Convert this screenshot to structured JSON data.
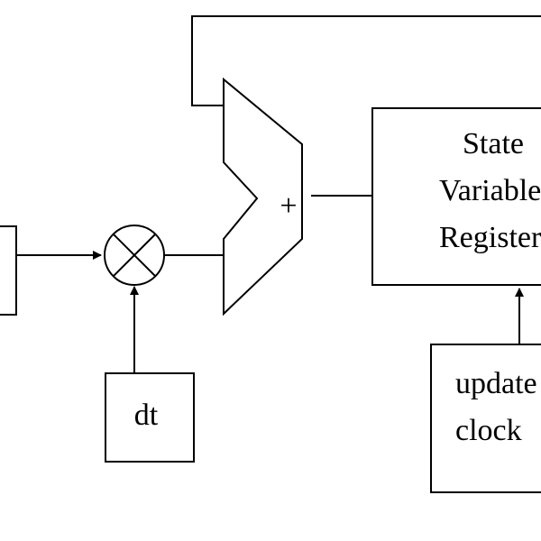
{
  "diagram": {
    "register": {
      "lines": [
        "State",
        "Variable",
        "Register"
      ]
    },
    "dt_box": {
      "label": "dt"
    },
    "clock_box": {
      "lines": [
        "update",
        "clock"
      ]
    },
    "adder": {
      "symbol": "+"
    }
  }
}
